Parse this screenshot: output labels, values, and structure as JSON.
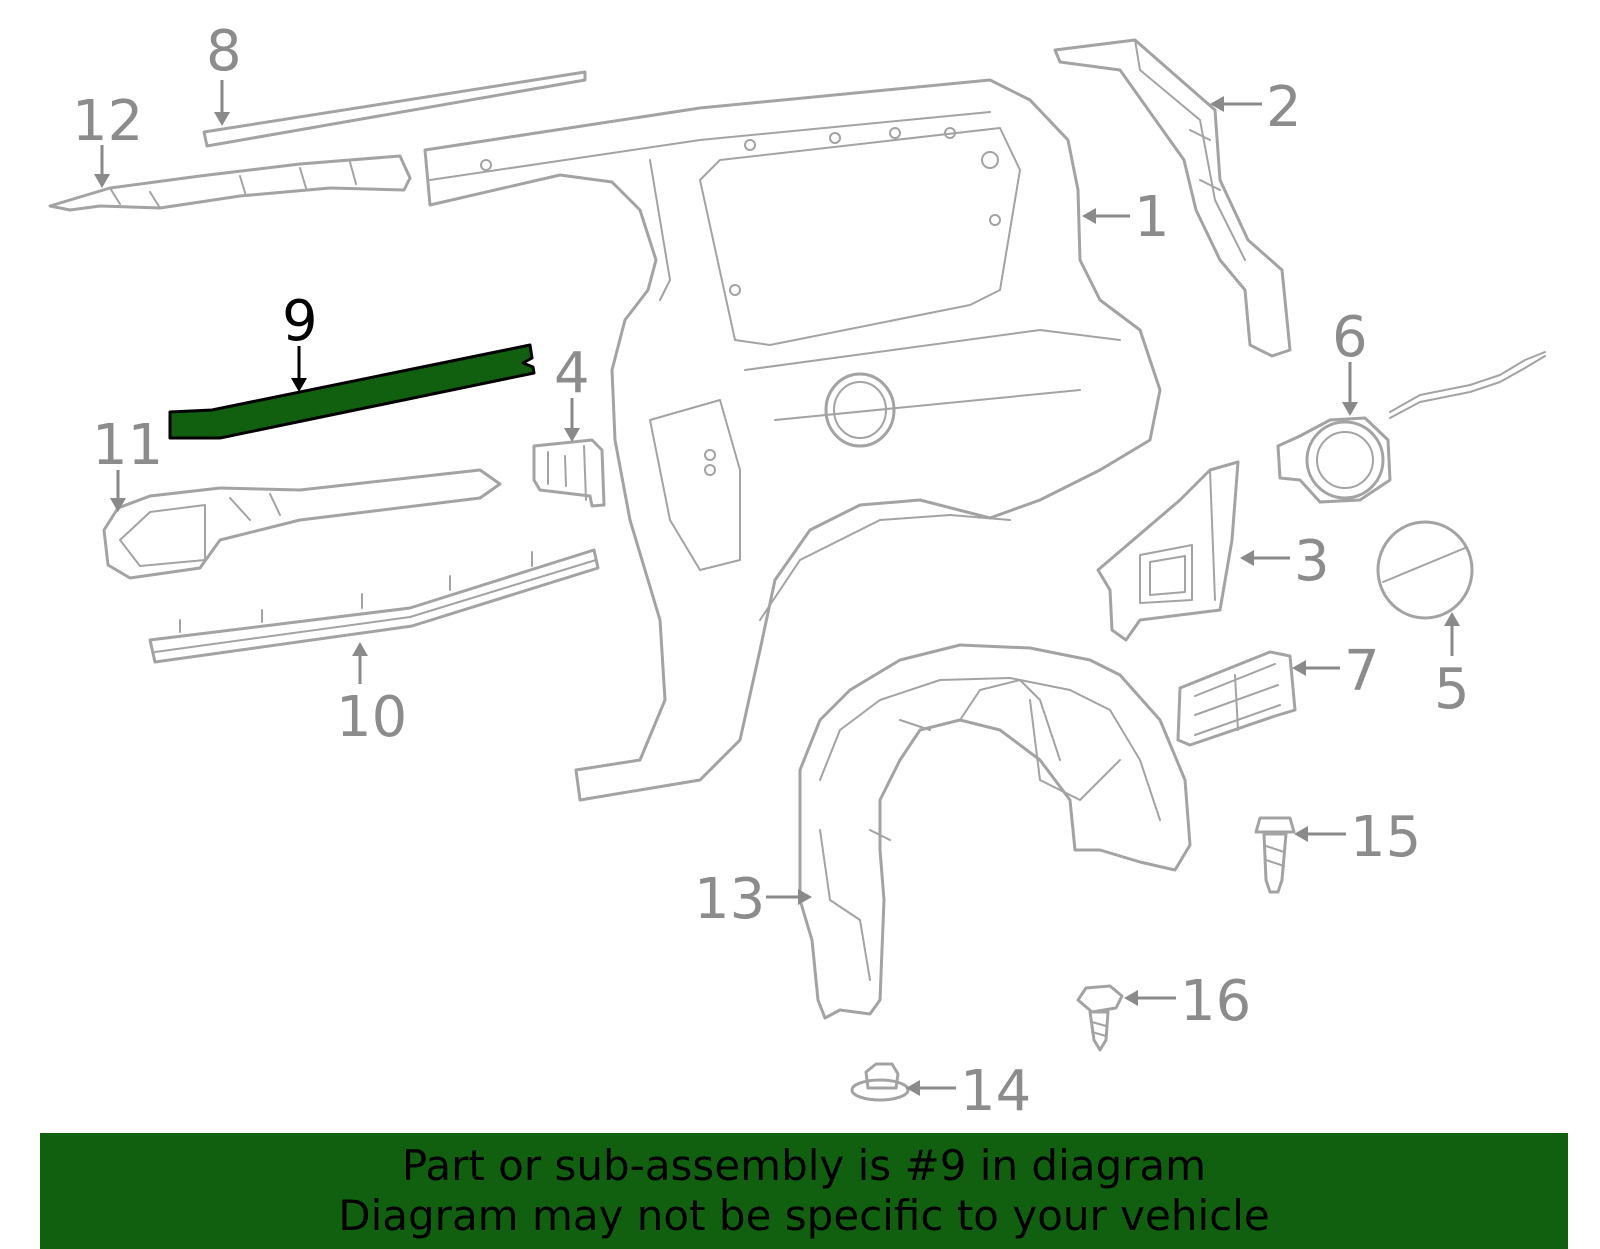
{
  "diagram": {
    "highlight_color": "#106010",
    "part_line_color": "#a3a3a3",
    "highlighted_part": "9",
    "callouts": [
      "1",
      "2",
      "3",
      "4",
      "5",
      "6",
      "7",
      "8",
      "9",
      "10",
      "11",
      "12",
      "13",
      "14",
      "15",
      "16"
    ]
  },
  "banner": {
    "line1": "Part or sub-assembly is #9 in diagram",
    "line2": "Diagram may not be specific to your vehicle"
  }
}
